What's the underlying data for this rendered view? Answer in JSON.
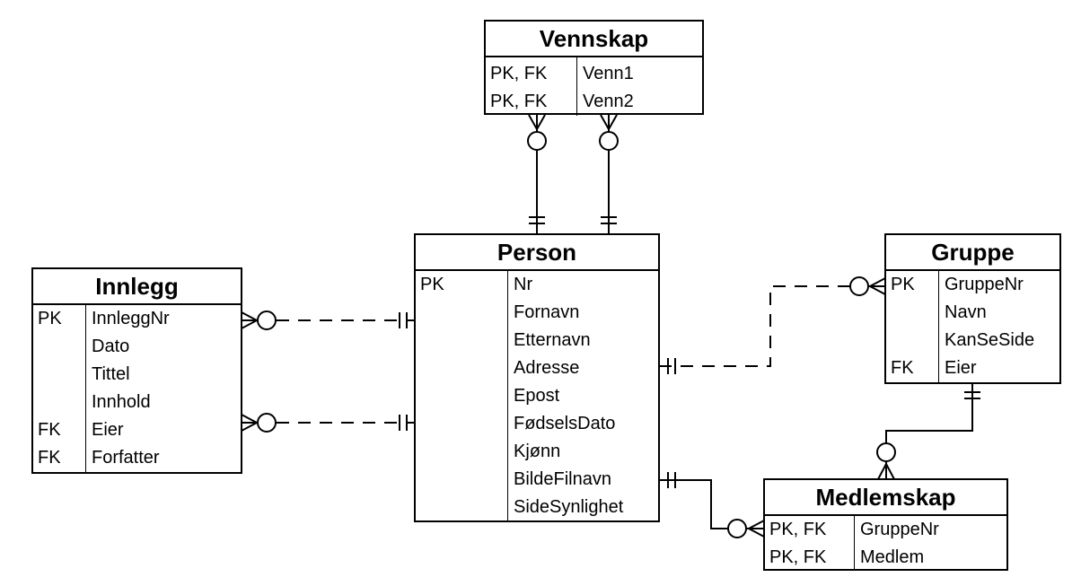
{
  "entities": {
    "vennskap": {
      "title": "Vennskap",
      "rows": [
        {
          "key": "PK, FK",
          "attr": "Venn1"
        },
        {
          "key": "PK, FK",
          "attr": "Venn2"
        }
      ]
    },
    "person": {
      "title": "Person",
      "rows": [
        {
          "key": "PK",
          "attr": "Nr"
        },
        {
          "key": "",
          "attr": "Fornavn"
        },
        {
          "key": "",
          "attr": "Etternavn"
        },
        {
          "key": "",
          "attr": "Adresse"
        },
        {
          "key": "",
          "attr": "Epost"
        },
        {
          "key": "",
          "attr": "FødselsDato"
        },
        {
          "key": "",
          "attr": "Kjønn"
        },
        {
          "key": "",
          "attr": "BildeFilnavn"
        },
        {
          "key": "",
          "attr": "SideSynlighet"
        }
      ]
    },
    "innlegg": {
      "title": "Innlegg",
      "rows": [
        {
          "key": "PK",
          "attr": "InnleggNr"
        },
        {
          "key": "",
          "attr": "Dato"
        },
        {
          "key": "",
          "attr": "Tittel"
        },
        {
          "key": "",
          "attr": "Innhold"
        },
        {
          "key": "FK",
          "attr": "Eier"
        },
        {
          "key": "FK",
          "attr": "Forfatter"
        }
      ]
    },
    "gruppe": {
      "title": "Gruppe",
      "rows": [
        {
          "key": "PK",
          "attr": "GruppeNr"
        },
        {
          "key": "",
          "attr": "Navn"
        },
        {
          "key": "",
          "attr": "KanSeSide"
        },
        {
          "key": "FK",
          "attr": "Eier"
        }
      ]
    },
    "medlemskap": {
      "title": "Medlemskap",
      "rows": [
        {
          "key": "PK, FK",
          "attr": "GruppeNr"
        },
        {
          "key": "PK, FK",
          "attr": "Medlem"
        }
      ]
    }
  },
  "relationships": [
    {
      "from": "person",
      "to": "vennskap",
      "style": "solid",
      "from_end": "one-and-only-one",
      "to_end": "zero-or-many"
    },
    {
      "from": "person",
      "to": "vennskap",
      "style": "solid",
      "from_end": "one-and-only-one",
      "to_end": "zero-or-many"
    },
    {
      "from": "person",
      "to": "innlegg",
      "style": "dashed",
      "from_end": "one-and-only-one",
      "to_end": "zero-or-many"
    },
    {
      "from": "person",
      "to": "innlegg",
      "style": "dashed",
      "from_end": "one-and-only-one",
      "to_end": "zero-or-many"
    },
    {
      "from": "person",
      "to": "gruppe",
      "style": "dashed",
      "from_end": "one-and-only-one",
      "to_end": "zero-or-many"
    },
    {
      "from": "gruppe",
      "to": "medlemskap",
      "style": "solid",
      "from_end": "one-and-only-one",
      "to_end": "zero-or-many"
    },
    {
      "from": "person",
      "to": "medlemskap",
      "style": "solid",
      "from_end": "one-and-only-one",
      "to_end": "zero-or-many"
    }
  ]
}
